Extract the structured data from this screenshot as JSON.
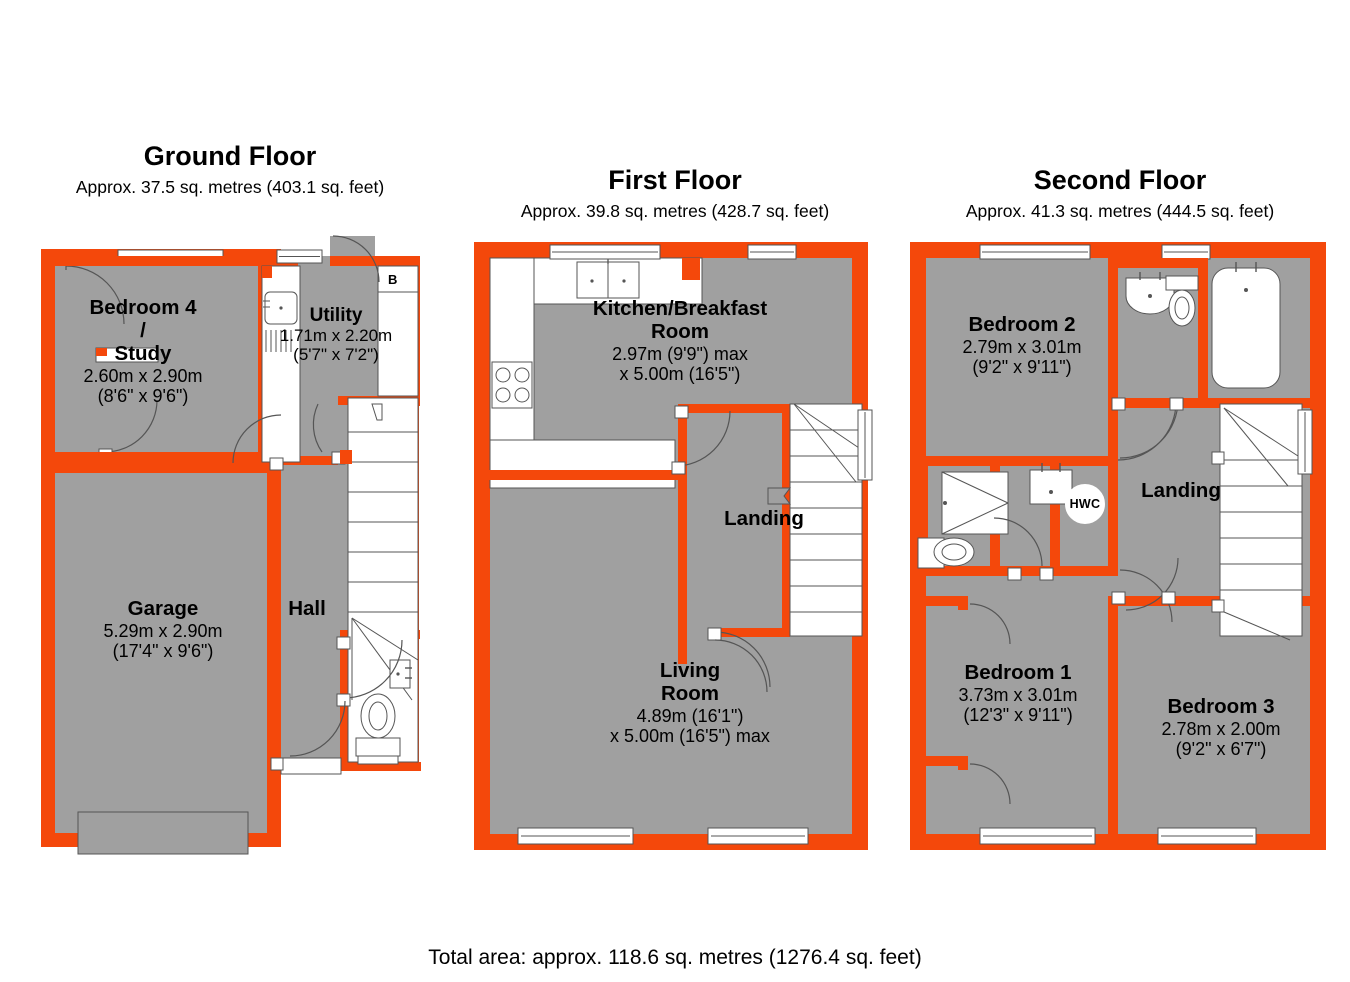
{
  "document": {
    "type": "floor-plan",
    "total_area": "Total area: approx. 118.6 sq. metres (1276.4 sq. feet)",
    "colors": {
      "wall": "#F4480B",
      "floor_fill": "#A0A0A0",
      "fixture_fill": "#FFFFFF",
      "outline": "#555555",
      "text": "#000000",
      "background": "#FFFFFF"
    }
  },
  "floors": [
    {
      "id": "ground",
      "title": "Ground Floor",
      "subtitle": "Approx. 37.5 sq. metres (403.1 sq. feet)",
      "rooms": [
        {
          "id": "bedroom-4-study",
          "name": "Bedroom 4\n/\nStudy",
          "dimensions": "2.60m x 2.90m\n(8'6\" x 9'6\")"
        },
        {
          "id": "utility",
          "name": "Utility",
          "dimensions": "1.71m x 2.20m\n(5'7\" x 7'2\")"
        },
        {
          "id": "garage",
          "name": "Garage",
          "dimensions": "5.29m x 2.90m\n(17'4\" x 9'6\")"
        },
        {
          "id": "hall",
          "name": "Hall",
          "dimensions": ""
        }
      ],
      "markers": [
        {
          "id": "boiler",
          "label": "B"
        }
      ]
    },
    {
      "id": "first",
      "title": "First Floor",
      "subtitle": "Approx. 39.8 sq. metres (428.7 sq. feet)",
      "rooms": [
        {
          "id": "kitchen-breakfast-room",
          "name": "Kitchen/Breakfast\nRoom",
          "dimensions": "2.97m (9'9\") max\nx 5.00m (16'5\")"
        },
        {
          "id": "landing-first",
          "name": "Landing",
          "dimensions": ""
        },
        {
          "id": "living-room",
          "name": "Living\nRoom",
          "dimensions": "4.89m (16'1\")\nx 5.00m (16'5\") max"
        }
      ],
      "markers": []
    },
    {
      "id": "second",
      "title": "Second Floor",
      "subtitle": "Approx. 41.3 sq. metres (444.5 sq. feet)",
      "rooms": [
        {
          "id": "bedroom-2",
          "name": "Bedroom 2",
          "dimensions": "2.79m x 3.01m\n(9'2\" x 9'11\")"
        },
        {
          "id": "bedroom-1",
          "name": "Bedroom 1",
          "dimensions": "3.73m x 3.01m\n(12'3\" x 9'11\")"
        },
        {
          "id": "bedroom-3",
          "name": "Bedroom 3",
          "dimensions": "2.78m x 2.00m\n(9'2\" x 6'7\")"
        },
        {
          "id": "landing-second",
          "name": "Landing",
          "dimensions": ""
        }
      ],
      "markers": [
        {
          "id": "hot-water-cylinder",
          "label": "HWC"
        }
      ]
    }
  ]
}
